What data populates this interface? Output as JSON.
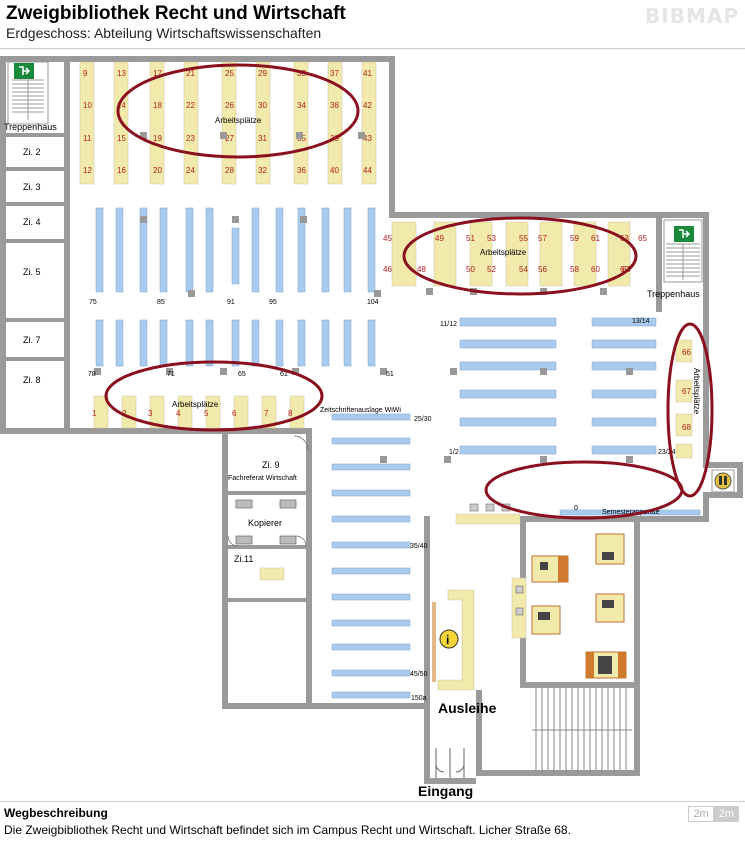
{
  "header": {
    "title": "Zweigbibliothek Recht und Wirtschaft",
    "subtitle": "Erdgeschoss: Abteilung Wirtschaftswissenschaften",
    "logo": "BIBMAP"
  },
  "map": {
    "colors": {
      "wall": "#9a9a9a",
      "shelf": "#a8ccf0",
      "desk": "#f2eaaa",
      "highlight": "#8a1020",
      "seat_number": "#b22020"
    },
    "rooms": {
      "treppenhaus_left": "Treppenhaus",
      "treppenhaus_right": "Treppenhaus",
      "zi2": "Zi. 2",
      "zi3": "Zi. 3",
      "zi4": "Zi. 4",
      "zi5": "Zi. 5",
      "zi7": "Zi. 7",
      "zi8": "Zi. 8",
      "zi9": "Zi. 9",
      "fachreferat": "Fachreferat Wirtschaft",
      "kopierer": "Kopierer",
      "zi11": "Zi.11",
      "ausleihe": "Ausleihe",
      "eingang": "Eingang"
    },
    "areas": {
      "arbeitsplaetze_top": "Arbeitsplätze",
      "arbeitsplaetze_mid": "Arbeitsplätze",
      "arbeitsplaetze_bottom": "Arbeitsplätze",
      "arbeitsplaetze_right": "Arbeitsplätze",
      "zeitschriften": "Zeitschriftenauslage WiWi",
      "semesterapparate": "Semesterapparate"
    },
    "seats_top": [
      {
        "label": "9"
      },
      {
        "label": "13"
      },
      {
        "label": "17"
      },
      {
        "label": "21"
      },
      {
        "label": "25"
      },
      {
        "label": "29"
      },
      {
        "label": "33"
      },
      {
        "label": "37"
      },
      {
        "label": "41"
      },
      {
        "label": "10"
      },
      {
        "label": "14"
      },
      {
        "label": "18"
      },
      {
        "label": "22"
      },
      {
        "label": "26"
      },
      {
        "label": "30"
      },
      {
        "label": "34"
      },
      {
        "label": "38"
      },
      {
        "label": "42"
      },
      {
        "label": "11"
      },
      {
        "label": "15"
      },
      {
        "label": "19"
      },
      {
        "label": "23"
      },
      {
        "label": "27"
      },
      {
        "label": "31"
      },
      {
        "label": "35"
      },
      {
        "label": "39"
      },
      {
        "label": "43"
      },
      {
        "label": "12"
      },
      {
        "label": "16"
      },
      {
        "label": "20"
      },
      {
        "label": "24"
      },
      {
        "label": "28"
      },
      {
        "label": "32"
      },
      {
        "label": "36"
      },
      {
        "label": "40"
      },
      {
        "label": "44"
      }
    ],
    "seats_mid": [
      {
        "label": "45"
      },
      {
        "label": "49"
      },
      {
        "label": "51"
      },
      {
        "label": "53"
      },
      {
        "label": "55"
      },
      {
        "label": "57"
      },
      {
        "label": "59"
      },
      {
        "label": "61"
      },
      {
        "label": "63"
      },
      {
        "label": "65"
      },
      {
        "label": "46"
      },
      {
        "label": "48"
      },
      {
        "label": "50"
      },
      {
        "label": "52"
      },
      {
        "label": "54"
      },
      {
        "label": "56"
      },
      {
        "label": "58"
      },
      {
        "label": "60"
      },
      {
        "label": "62"
      },
      {
        "label": "64"
      }
    ],
    "seats_bottom": [
      {
        "label": "1"
      },
      {
        "label": "2"
      },
      {
        "label": "3"
      },
      {
        "label": "4"
      },
      {
        "label": "5"
      },
      {
        "label": "6"
      },
      {
        "label": "7"
      },
      {
        "label": "8"
      }
    ],
    "seats_right": [
      {
        "label": "66"
      },
      {
        "label": "67"
      },
      {
        "label": "68"
      }
    ],
    "shelf_labels": [
      {
        "label": "75"
      },
      {
        "label": "85"
      },
      {
        "label": "91"
      },
      {
        "label": "95"
      },
      {
        "label": "104"
      },
      {
        "label": "78"
      },
      {
        "label": "71"
      },
      {
        "label": "65"
      },
      {
        "label": "61"
      },
      {
        "label": "51"
      },
      {
        "label": "11/12"
      },
      {
        "label": "13/14"
      },
      {
        "label": "1/2"
      },
      {
        "label": "23/24"
      },
      {
        "label": "25/30"
      },
      {
        "label": "35/40"
      },
      {
        "label": "45/50"
      },
      {
        "label": "150a"
      },
      {
        "label": "0"
      }
    ]
  },
  "footer": {
    "title": "Wegbeschreibung",
    "text": "Die Zweigbibliothek Recht und Wirtschaft befindet sich im Campus Recht und Wirtschaft. Licher Straße 68.",
    "scale_a": "2m",
    "scale_b": "2m"
  }
}
